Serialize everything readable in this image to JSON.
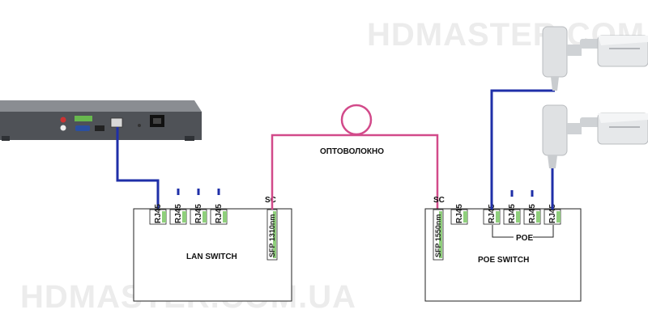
{
  "watermark": {
    "top": "HDMASTER.COM.UA",
    "bottom": "HDMASTER.COM.UA"
  },
  "fiber": {
    "label": "ОПТОВОЛОКНО",
    "color": "#d24a8a"
  },
  "lan_switch": {
    "label": "LAN SWITCH",
    "ports": [
      "RJ45",
      "RJ45",
      "RJ45",
      "RJ45"
    ],
    "sfp_label": "SFP 1310nm",
    "sc_label": "SC"
  },
  "poe_switch": {
    "label": "POE SWITCH",
    "ports": [
      "RJ45",
      "RJ45",
      "RJ45",
      "RJ45",
      "RJ45"
    ],
    "sfp_label": "SFP 1550nm",
    "sc_label": "SC",
    "poe_bracket_label": "POE"
  },
  "colors": {
    "ethernet": "#1f2fa8",
    "port_green": "#8fcf7c",
    "recorder_body": "#5a5d63",
    "camera_body": "#dfe1e3"
  }
}
